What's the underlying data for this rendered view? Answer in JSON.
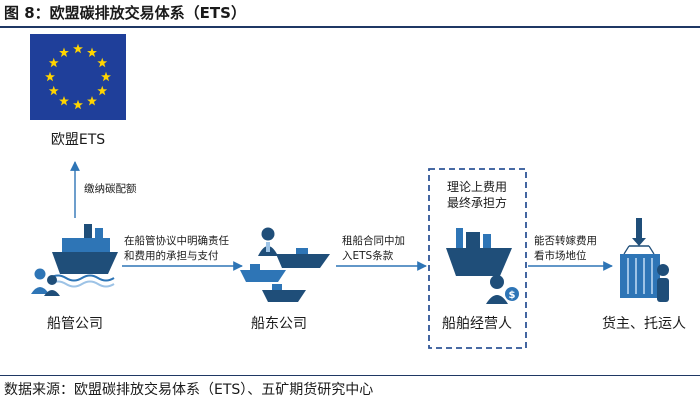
{
  "figure": {
    "title": "图 8：欧盟碳排放交易体系（ETS）",
    "source": "数据来源：欧盟碳排放交易体系（ETS）、五矿期货研究中心"
  },
  "nodes": {
    "eu": {
      "label": "欧盟ETS"
    },
    "manager": {
      "label": "船管公司"
    },
    "owner": {
      "label": "船东公司"
    },
    "operator": {
      "label": "船舶经营人"
    },
    "cargo": {
      "label": "货主、托运人"
    }
  },
  "edges": {
    "pay": {
      "label": "缴纳碳配额"
    },
    "m2o": {
      "line1": "在船管协议中明确责任",
      "line2": "和费用的承担与支付"
    },
    "o2op": {
      "line1": "租船合同中加",
      "line2": "入ETS条款"
    },
    "op2c": {
      "line1": "能否转嫁费用",
      "line2": "看市场地位"
    }
  },
  "operator_box": {
    "line1": "理论上费用",
    "line2": "最终承担方"
  },
  "colors": {
    "primary": "#2e75b6",
    "dark": "#1f4e79",
    "light": "#9dc3e6",
    "flag": "#1f3f9a",
    "star": "#ffd400",
    "dashed": "#2f5597",
    "rule": "#1f3864"
  },
  "icons": [
    "eu-flag-icon",
    "ship-people-icon",
    "ship-fleet-icon",
    "ship-owner-icon",
    "container-crane-icon"
  ]
}
